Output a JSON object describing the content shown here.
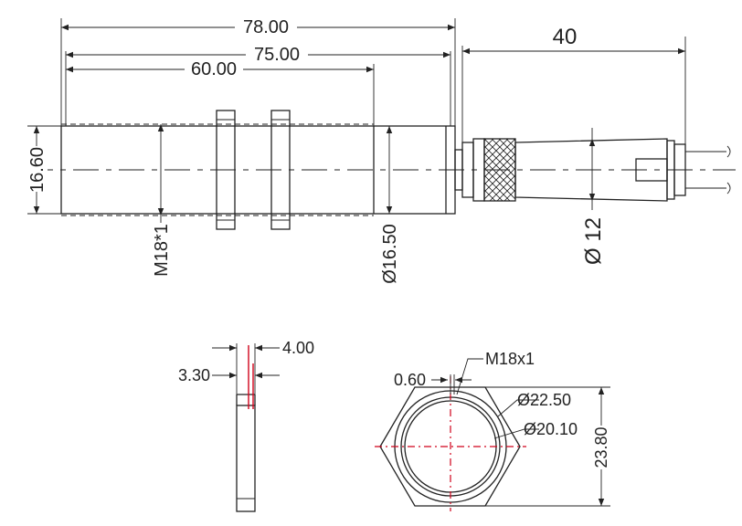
{
  "dimensions": {
    "total_length": "78.00",
    "body_length": "75.00",
    "thread_length": "60.00",
    "cable_length": "40",
    "body_height": "16.60",
    "thread": "M18*1",
    "inner_diameter": "Ø16.50",
    "cable_diameter": "Ø 12",
    "nut_thickness": "4.00",
    "nut_step": "3.30",
    "nut_thread": "M18x1",
    "thread_pitch": "0.60",
    "outer_circle": "Ø22.50",
    "inner_circle": "Ø20.10",
    "nut_across_flats": "23.80"
  },
  "colors": {
    "line": "#222222",
    "centerline_red": "#d0021b"
  }
}
